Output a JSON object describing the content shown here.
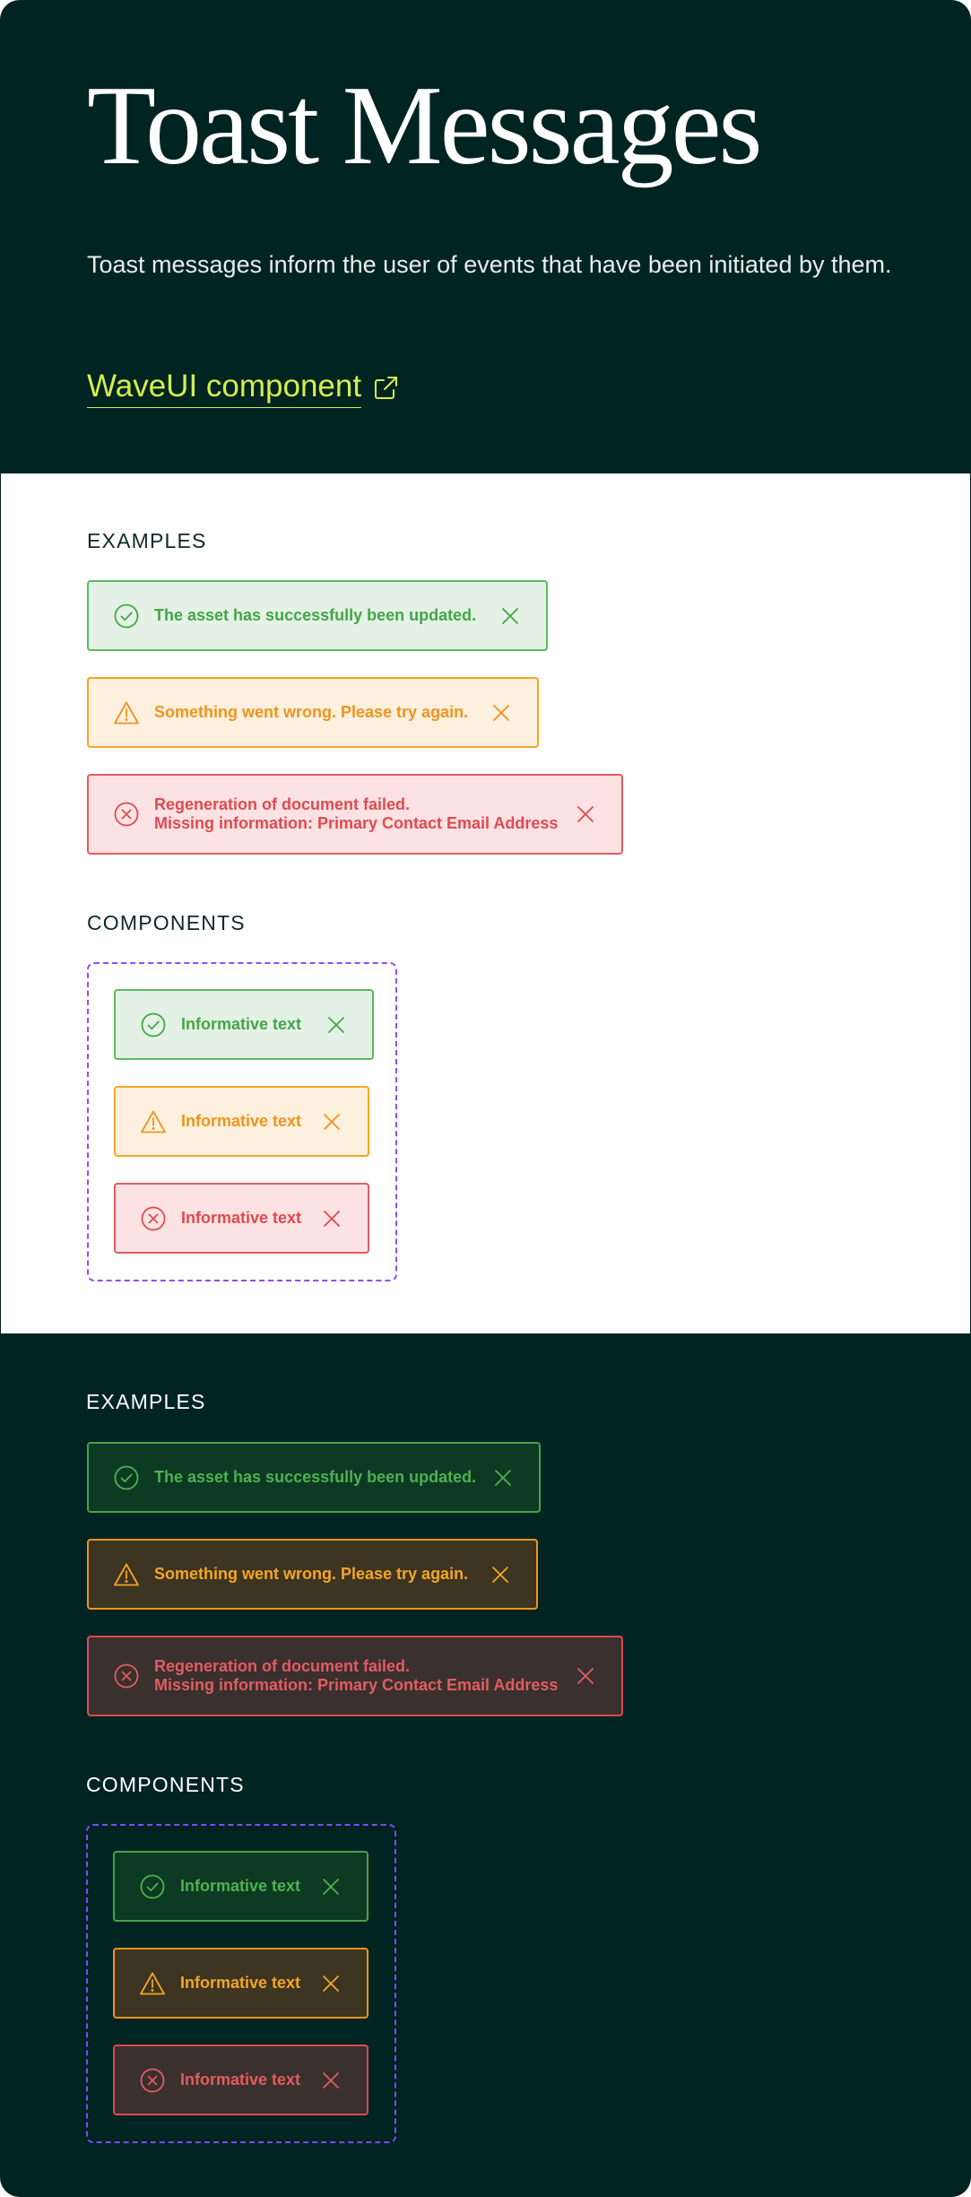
{
  "header": {
    "title": "Toast Messages",
    "description": "Toast messages inform the user of events that have been initiated by them.",
    "link_label": "WaveUI component",
    "link_icon": "external-link-icon"
  },
  "colors": {
    "background_dark": "#002421",
    "background_light": "#ffffff",
    "link": "#d4ee4b",
    "success": "#44a548",
    "warning": "#ee941d",
    "error": "#df4a50",
    "component_outline": "#9747ff"
  },
  "light_section": {
    "examples_label": "EXAMPLES",
    "components_label": "COMPONENTS",
    "examples": {
      "success": "The asset has successfully been updated.",
      "warning": "Something went wrong. Please try again.",
      "error_line1": "Regeneration of document failed.",
      "error_line2": "Missing information: Primary Contact Email Address"
    },
    "components": {
      "success": "Informative text",
      "warning": "Informative text",
      "error": "Informative text"
    }
  },
  "dark_section": {
    "examples_label": "EXAMPLES",
    "components_label": "COMPONENTS",
    "examples": {
      "success": "The asset has successfully been updated.",
      "warning": "Something went wrong. Please try again.",
      "error_line1": "Regeneration of document failed.",
      "error_line2": "Missing information: Primary Contact Email Address"
    },
    "components": {
      "success": "Informative text",
      "warning": "Informative text",
      "error": "Informative text"
    }
  },
  "icons": {
    "success": "check-circle-icon",
    "warning": "warning-triangle-icon",
    "error": "x-circle-icon",
    "close": "close-icon"
  }
}
